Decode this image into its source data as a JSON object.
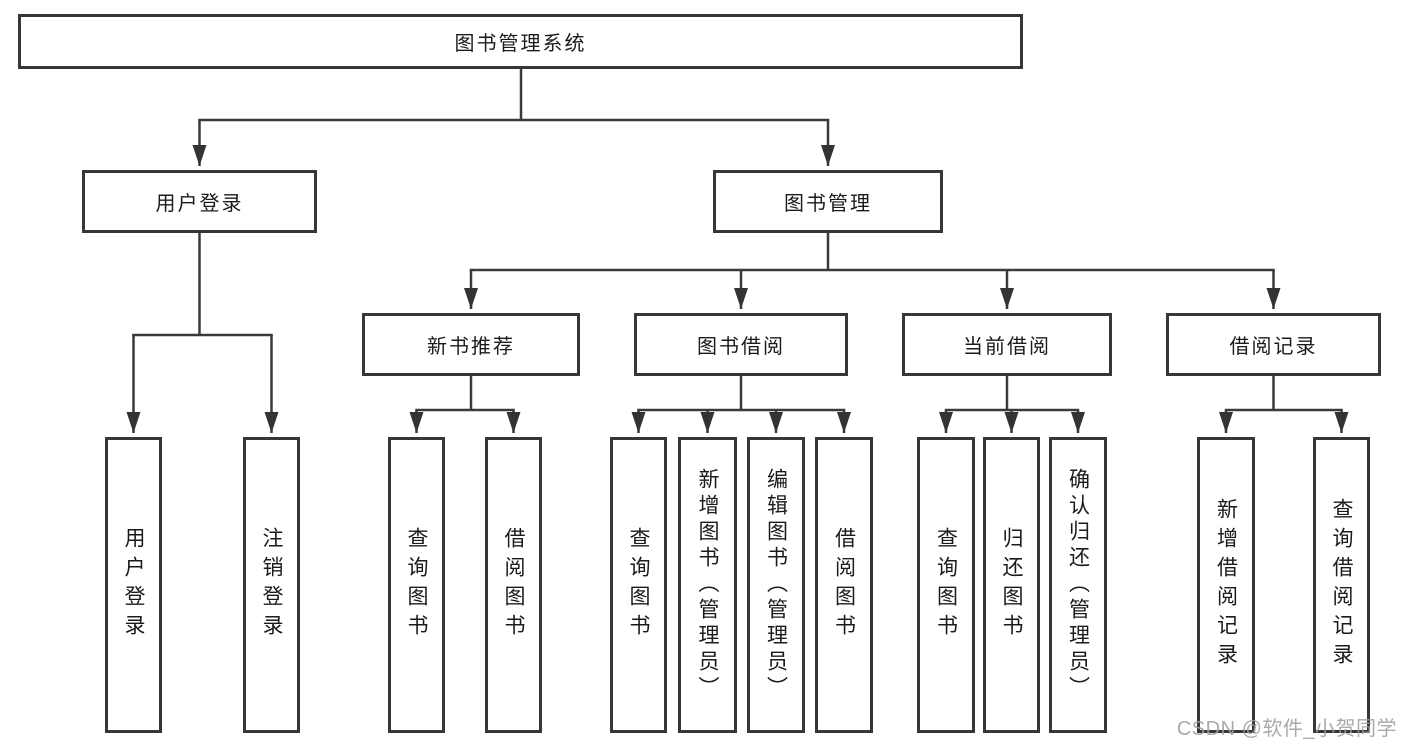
{
  "colors": {
    "background": "#ffffff",
    "line": "#3a3a3a",
    "box_border": "#373737",
    "text": "#1b1b1b",
    "watermark": "#9e9e9e"
  },
  "watermark": {
    "text": "CSDN @软件_小贺同学"
  },
  "tree": {
    "label": "图书管理系统",
    "children": [
      {
        "label": "用户登录",
        "children": [
          {
            "label": "用户登录"
          },
          {
            "label": "注销登录"
          }
        ]
      },
      {
        "label": "图书管理",
        "children": [
          {
            "label": "新书推荐",
            "children": [
              {
                "label": "查询图书"
              },
              {
                "label": "借阅图书"
              }
            ]
          },
          {
            "label": "图书借阅",
            "children": [
              {
                "label": "查询图书"
              },
              {
                "label": "新增图书（管理员）"
              },
              {
                "label": "编辑图书（管理员）"
              },
              {
                "label": "借阅图书"
              }
            ]
          },
          {
            "label": "当前借阅",
            "children": [
              {
                "label": "查询图书"
              },
              {
                "label": "归还图书"
              },
              {
                "label": "确认归还（管理员）"
              }
            ]
          },
          {
            "label": "借阅记录",
            "children": [
              {
                "label": "新增借阅记录"
              },
              {
                "label": "查询借阅记录"
              }
            ]
          }
        ]
      }
    ]
  }
}
